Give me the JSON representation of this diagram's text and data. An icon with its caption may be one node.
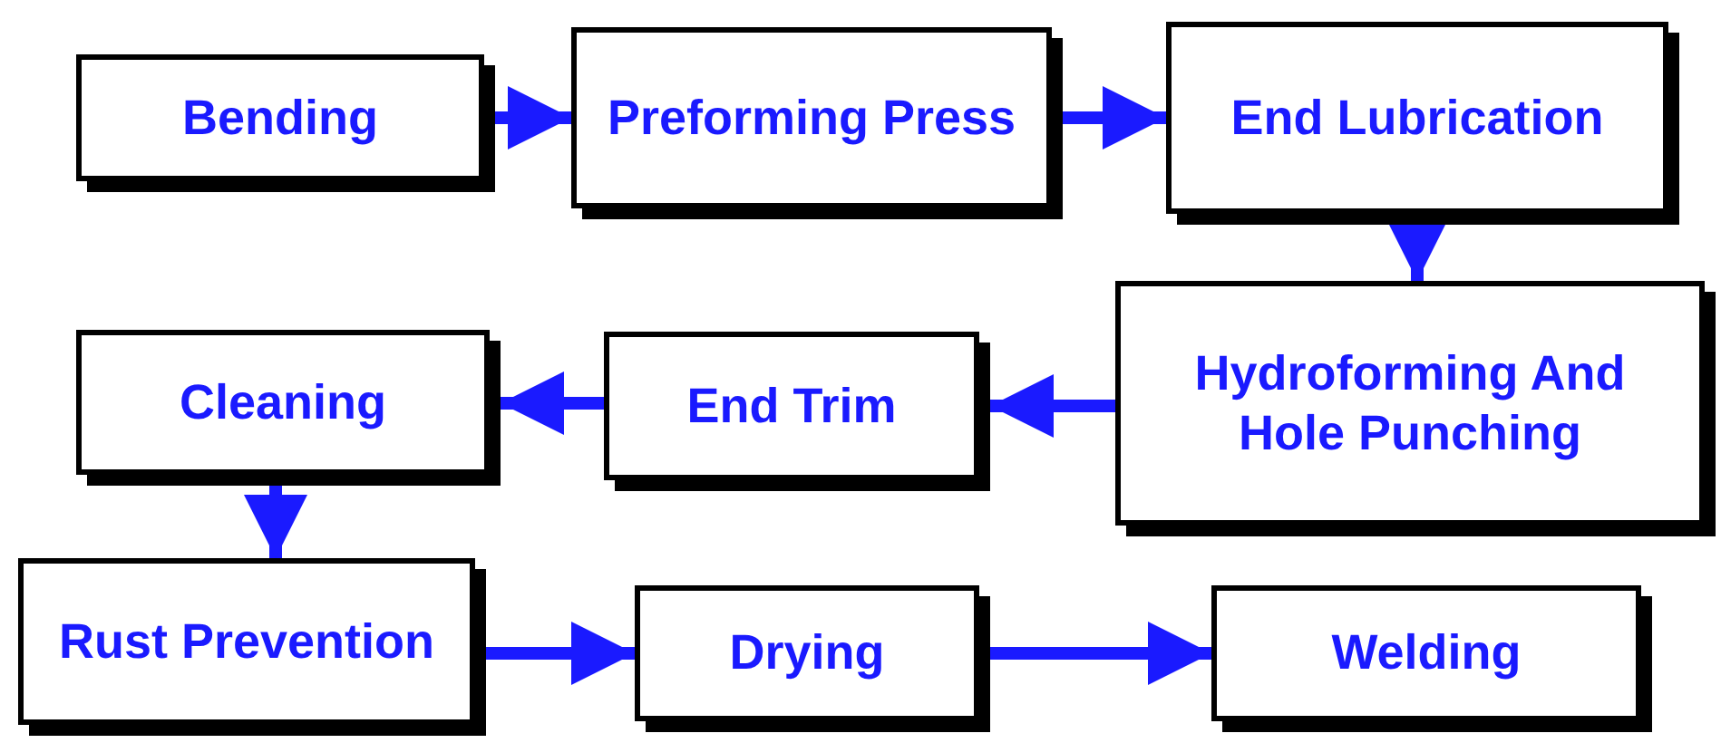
{
  "diagram": {
    "nodes": [
      {
        "text": [
          "Bending"
        ]
      },
      {
        "text": [
          "Preforming Press"
        ]
      },
      {
        "text": [
          "End Lubrication"
        ]
      },
      {
        "text": [
          "Hydroforming And Hole Punching"
        ]
      },
      {
        "text": [
          "End Trim"
        ]
      },
      {
        "text": [
          "Cleaning"
        ]
      },
      {
        "text": [
          "Rust Prevention"
        ]
      },
      {
        "text": [
          "Drying"
        ]
      },
      {
        "text": [
          "Welding"
        ]
      }
    ],
    "edges": [
      {
        "from": 0,
        "to": 1,
        "arrow": "to"
      },
      {
        "from": 1,
        "to": 2,
        "arrow": "to"
      },
      {
        "from": 2,
        "to": 3,
        "arrow": "to"
      },
      {
        "from": 3,
        "to": 4,
        "arrow": "to"
      },
      {
        "from": 4,
        "to": 5,
        "arrow": "to"
      },
      {
        "from": 5,
        "to": 6,
        "arrow": "to"
      },
      {
        "from": 6,
        "to": 7,
        "arrow": "to"
      },
      {
        "from": 7,
        "to": 8,
        "arrow": "to"
      }
    ]
  }
}
